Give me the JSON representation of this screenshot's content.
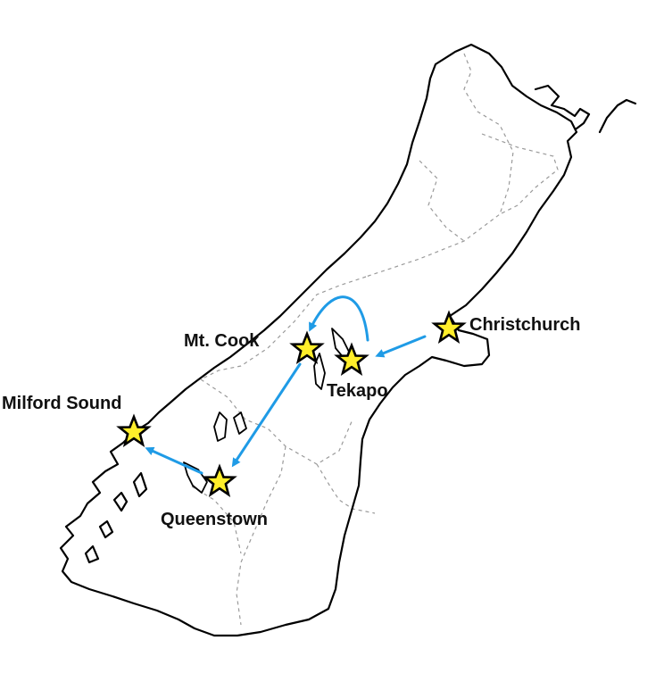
{
  "map": {
    "places": [
      {
        "id": "christchurch",
        "name": "Christchurch"
      },
      {
        "id": "tekapo",
        "name": "Tekapo"
      },
      {
        "id": "mt-cook",
        "name": "Mt. Cook"
      },
      {
        "id": "queenstown",
        "name": "Queenstown"
      },
      {
        "id": "milford-sound",
        "name": "Milford Sound"
      }
    ],
    "route_order": [
      "Christchurch",
      "Tekapo",
      "Mt. Cook",
      "Queenstown",
      "Milford Sound"
    ],
    "colors": {
      "route": "#1f9be6",
      "star_fill": "#ffee2a",
      "coastline": "#000000",
      "regional_border": "#9a9a9a"
    },
    "marker_icon": "star-icon"
  }
}
